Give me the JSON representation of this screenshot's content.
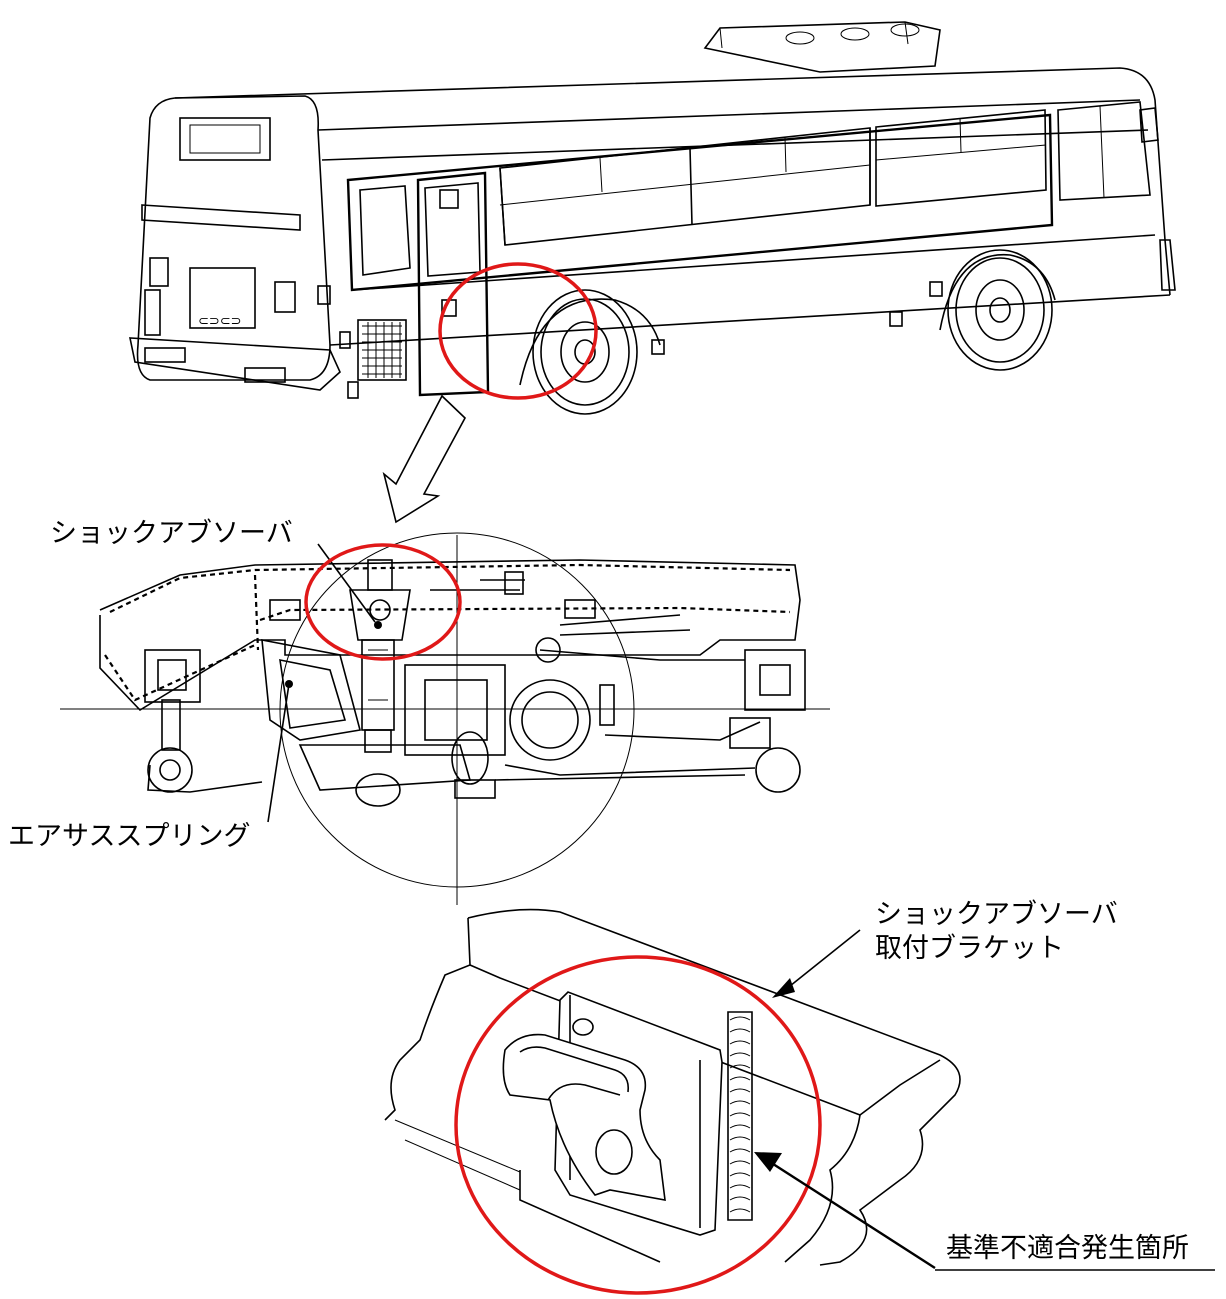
{
  "labels": {
    "shock_absorber": "ショックアブソーバ",
    "air_spring": "エアサススプリング",
    "bracket_line1": "ショックアブソーバ",
    "bracket_line2": "取付ブラケット",
    "defect_location": "基準不適合発生箇所"
  },
  "colors": {
    "highlight_circle": "#e01818",
    "line_art": "#000000",
    "background": "#ffffff"
  }
}
